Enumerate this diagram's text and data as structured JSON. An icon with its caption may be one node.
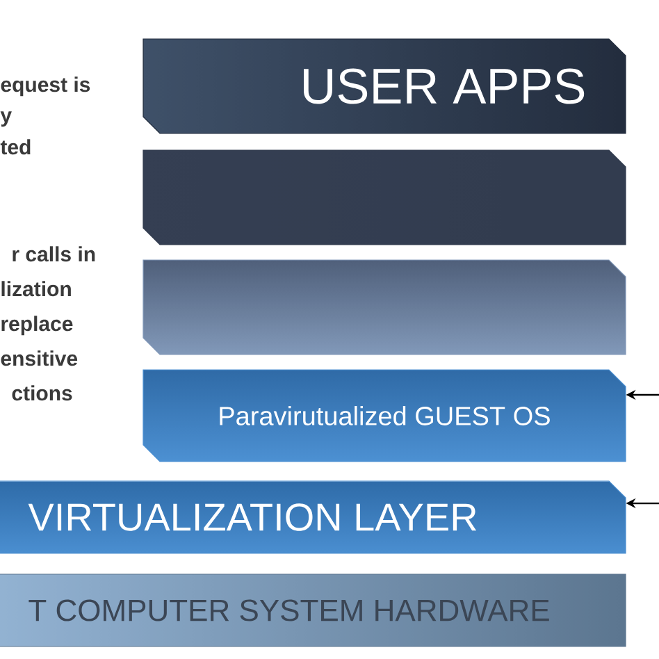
{
  "diagram": {
    "nodes": [
      {
        "text": [
          "USER APPS"
        ]
      },
      {
        "text": [],
        "shape": "box"
      },
      {
        "text": [],
        "shape": "box"
      },
      {
        "text": [
          "Paravirutualized  GUEST OS"
        ]
      },
      {
        "text": [
          "VIRTUALIZATION LAYER"
        ]
      },
      {
        "text": [
          "T COMPUTER SYSTEM HARDWARE"
        ]
      }
    ],
    "edges": [
      {
        "from": null,
        "to": 3,
        "arrow": "to"
      },
      {
        "from": null,
        "to": 4,
        "arrow": "to"
      }
    ],
    "labels": [
      "equest is",
      "y",
      "ted",
      "r calls in",
      "lization",
      "replace",
      "ensitive",
      "ctions"
    ]
  }
}
